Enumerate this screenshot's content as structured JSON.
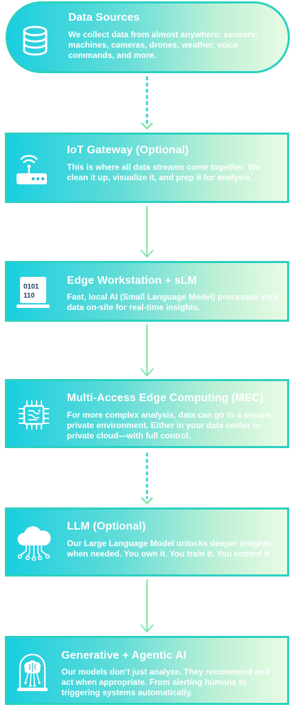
{
  "steps": [
    {
      "title": "Data Sources",
      "desc": "We collect data from almost anywhere: sensors, machines, cameras, drones, weather, voice commands, and more.",
      "icon": "database-icon"
    },
    {
      "title": "IoT Gateway (Optional)",
      "desc": "This is where all data streams come together. We clean it up, visualize it, and prep it for analysis.",
      "icon": "router-icon"
    },
    {
      "title": "Edge Workstation + sLM",
      "desc": "Fast, local AI (Small Language Model) processes your data on-site for real-time insights.",
      "icon": "laptop-binary-icon",
      "icon_text_1": "0101",
      "icon_text_2": "110"
    },
    {
      "title": "Multi-Access Edge Computing (MEC)",
      "desc": "For more complex analysis, data can go to a secure, private environment. Either in your data center or private cloud—with full control.",
      "icon": "chip-icon"
    },
    {
      "title": "LLM (Optional)",
      "desc": "Our Large Language Model unlocks deeper insights when needed. You own it. You train it. You control it.",
      "icon": "cloud-network-icon"
    },
    {
      "title": "Generative + Agentic AI",
      "desc": "Our models don’t just analyze. They recommend and act when appropriate. From alerting humans to triggering systems automatically.",
      "icon": "brain-dome-icon"
    }
  ],
  "connectors": [
    {
      "style": "dotted"
    },
    {
      "style": "solid"
    },
    {
      "style": "solid"
    },
    {
      "style": "dotted"
    },
    {
      "style": "solid"
    }
  ],
  "colors": {
    "border": "#2bd0c0",
    "gradient_start": "#19cee0",
    "gradient_end": "#e9fbe4",
    "connector": "#7ee6a4",
    "connector_dotted": "#2fd6c4"
  }
}
